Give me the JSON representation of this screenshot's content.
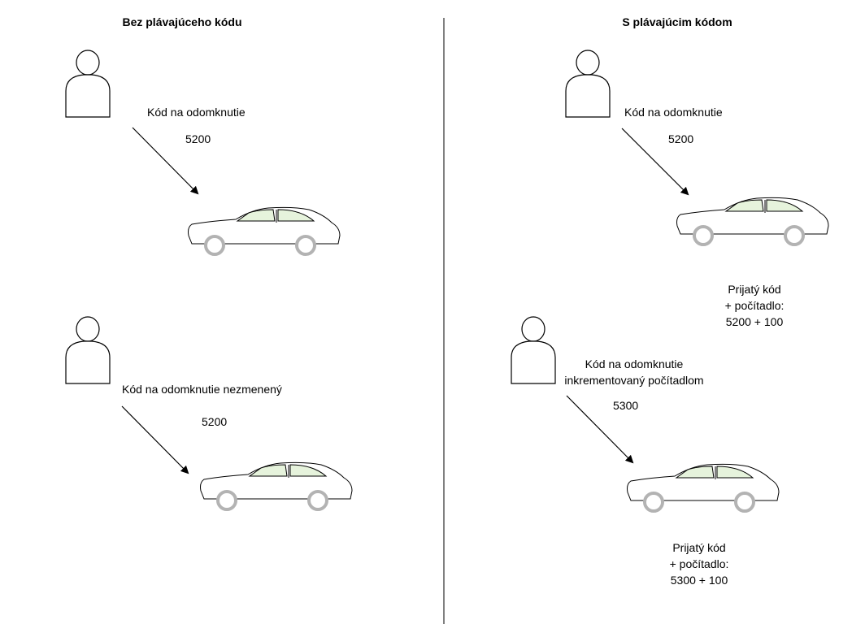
{
  "left_panel": {
    "title": "Bez plávajúceho kódu",
    "scenario1": {
      "message": "Kód na odomknutie",
      "code": "5200"
    },
    "scenario2": {
      "message": "Kód na odomknutie nezmenený",
      "code": "5200"
    }
  },
  "right_panel": {
    "title": "S plávajúcim kódom",
    "scenario1": {
      "message": "Kód na odomknutie",
      "code": "5200",
      "received_line1": "Prijatý kód",
      "received_line2": "+ počítadlo:",
      "received_line3": "5200 + 100"
    },
    "scenario2": {
      "message_line1": "Kód na odomknutie",
      "message_line2": "inkrementovaný počítadlom",
      "code": "5300",
      "received_line1": "Prijatý kód",
      "received_line2": "+ počítadlo:",
      "received_line3": "5300 + 100"
    }
  },
  "colors": {
    "stroke": "#000000",
    "car_window": "#e6f3dc",
    "wheel": "#b3b3b3"
  },
  "icons": [
    "person-icon",
    "car-icon",
    "arrow"
  ]
}
